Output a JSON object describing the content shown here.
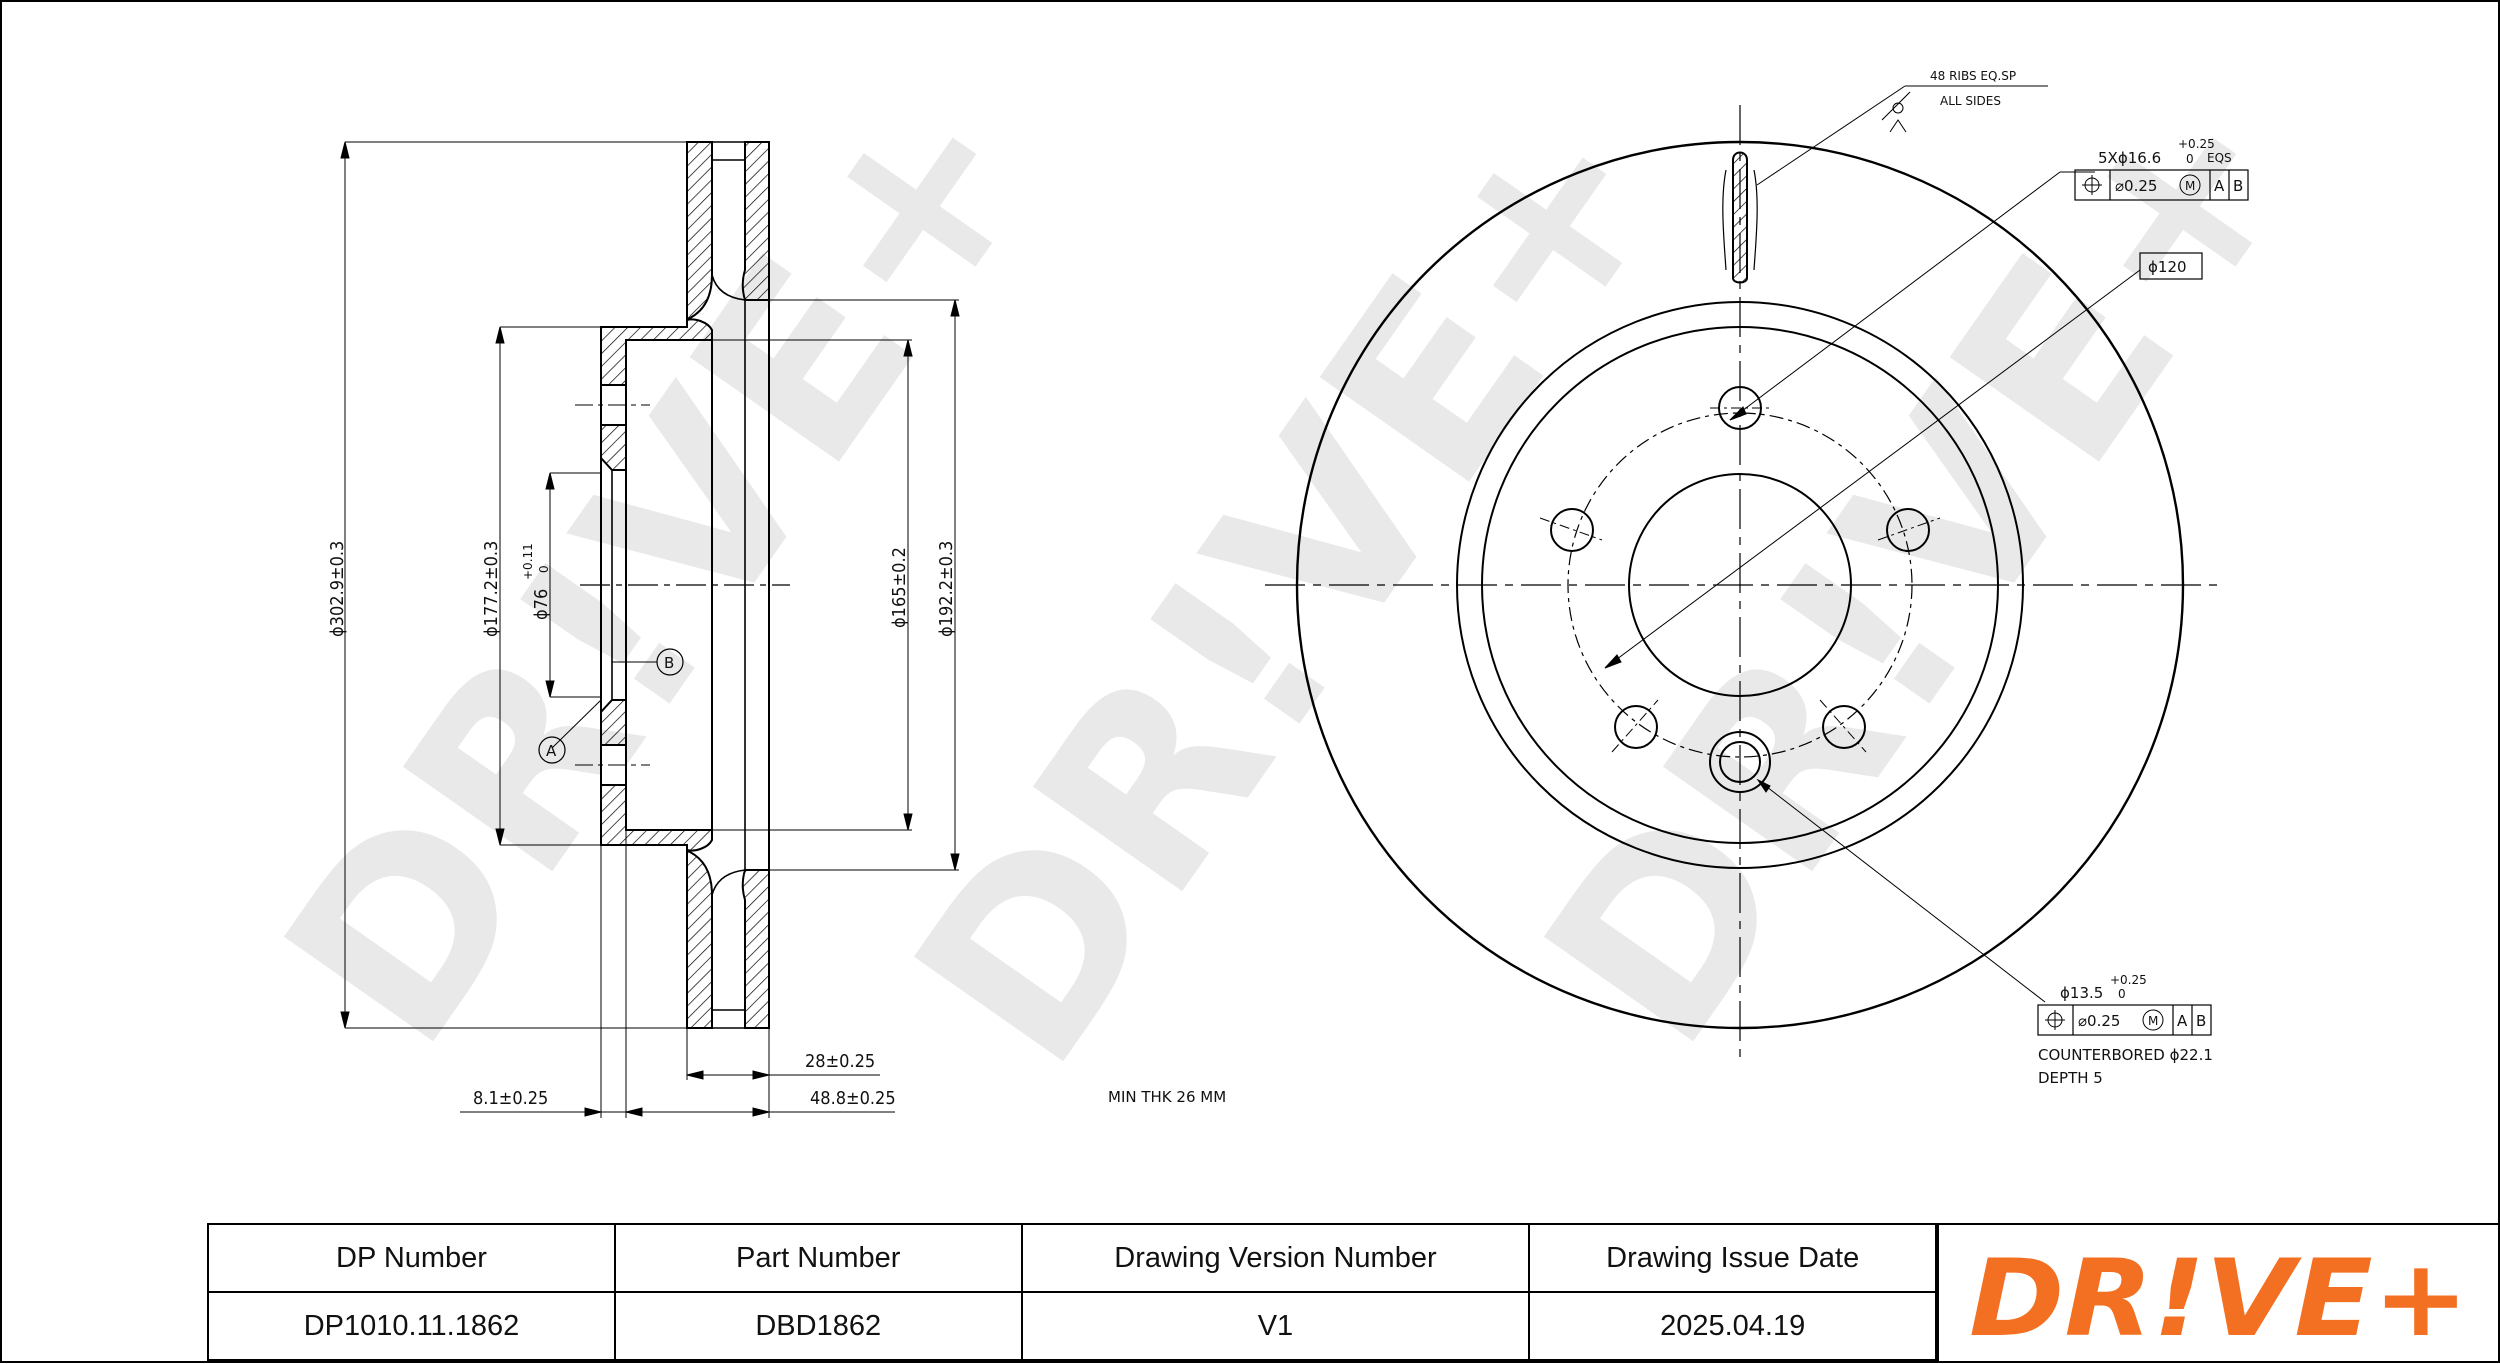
{
  "brand": {
    "logo_text": "DR!VE+",
    "logo_color": "#f36f21",
    "watermark_text": "DR!VE+",
    "watermark_color": "#e9e9e9"
  },
  "side_view": {
    "dims": {
      "d_outer": "ϕ302.9±0.3",
      "d_177": "ϕ177.2±0.3",
      "d_76": "ϕ76",
      "d_76_tol_plus": "+0.11",
      "d_76_tol_zero": "0",
      "d_165": "ϕ165±0.2",
      "d_192": "ϕ192.2±0.3",
      "thk_28": "28±0.25",
      "w_48": "48.8±0.25",
      "off_81": "8.1±0.25"
    },
    "datum_a": "A",
    "datum_b": "B"
  },
  "front_view": {
    "ribs_note_1": "48 RIBS EQ.SP",
    "ribs_note_2": "ALL SIDES",
    "holes": {
      "callout": "5Xϕ16.6",
      "tol_plus": "+0.25",
      "tol_zero": "0",
      "eqs": "EQS",
      "fcf": [
        "⌖",
        "⌀0.25",
        "M",
        "A",
        "B"
      ]
    },
    "pcd": "ϕ120",
    "counterbore": {
      "callout": "ϕ13.5",
      "tol_plus": "+0.25",
      "tol_zero": "0",
      "fcf": [
        "⌖",
        "⌀0.25",
        "M",
        "A",
        "B"
      ],
      "note_1": "COUNTERBORED ϕ22.1",
      "note_2": "DEPTH 5"
    },
    "min_thk": "MIN THK 26 MM"
  },
  "title_block": {
    "headers": [
      "DP Number",
      "Part Number",
      "Drawing Version Number",
      "Drawing Issue Date"
    ],
    "values": [
      "DP1010.11.1862",
      "DBD1862",
      "V1",
      "2025.04.19"
    ]
  }
}
